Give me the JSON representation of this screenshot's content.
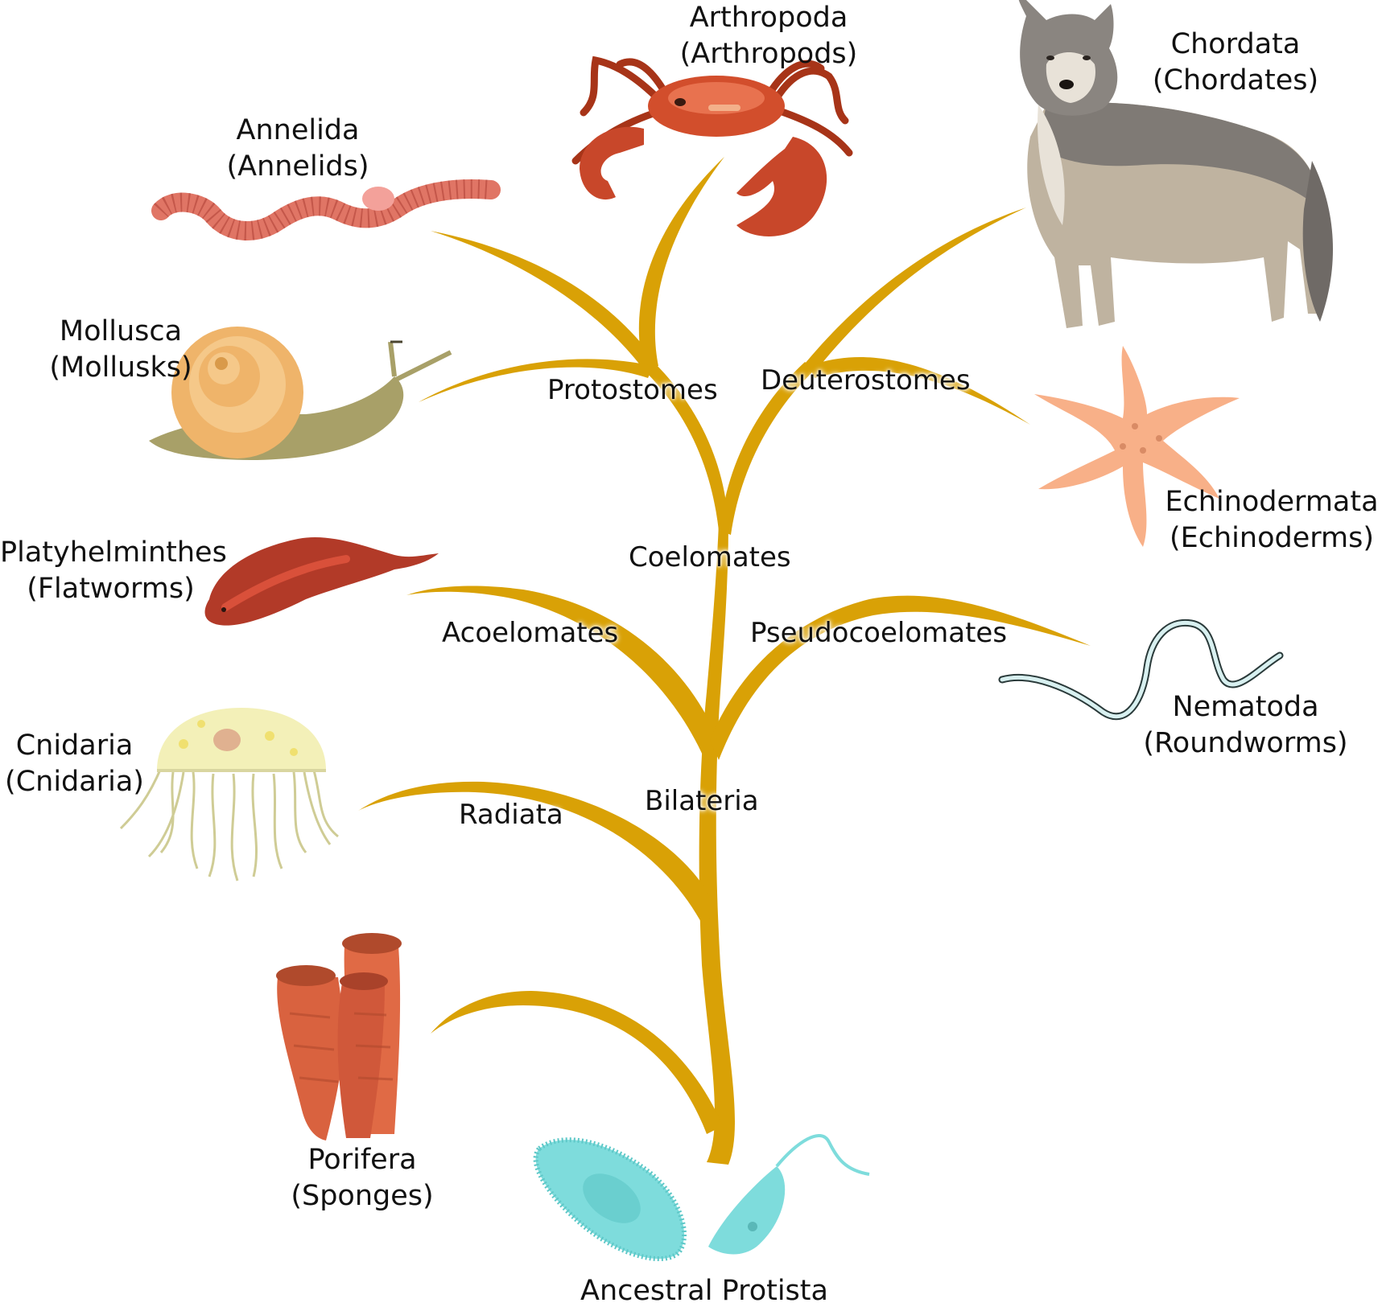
{
  "colors": {
    "branch": "#D9A106",
    "text": "#111111",
    "crab": "#C8472A",
    "worm": "#E07565",
    "snail_shell": "#EFB46A",
    "snail_body": "#A8A068",
    "flatworm": "#B23A28",
    "jellyfish": "#E8E4A8",
    "sponge": "#D9623F",
    "protist": "#7EDCDC",
    "wolf": "#8A8580",
    "starfish": "#F8B088",
    "roundworm": "#D8F0F0"
  },
  "nodes": {
    "protostomes": "Protostomes",
    "deuterostomes": "Deuterostomes",
    "coelomates": "Coelomates",
    "acoelomates": "Acoelomates",
    "pseudocoelomates": "Pseudocoelomates",
    "bilateria": "Bilateria",
    "radiata": "Radiata"
  },
  "taxa": {
    "arthropoda": {
      "name": "Arthropoda",
      "common": "(Arthropods)",
      "icon": "crab-icon"
    },
    "chordata": {
      "name": "Chordata",
      "common": "(Chordates)",
      "icon": "wolf-icon"
    },
    "annelida": {
      "name": "Annelida",
      "common": "(Annelids)",
      "icon": "earthworm-icon"
    },
    "mollusca": {
      "name": "Mollusca",
      "common": "(Mollusks)",
      "icon": "snail-icon"
    },
    "echinodermata": {
      "name": "Echinodermata",
      "common": "(Echinoderms)",
      "icon": "starfish-icon"
    },
    "platyhelminthes": {
      "name": "Platyhelminthes",
      "common": "(Flatworms)",
      "icon": "flatworm-icon"
    },
    "nematoda": {
      "name": "Nematoda",
      "common": "(Roundworms)",
      "icon": "roundworm-icon"
    },
    "cnidaria": {
      "name": "Cnidaria",
      "common": "(Cnidaria)",
      "icon": "jellyfish-icon"
    },
    "porifera": {
      "name": "Porifera",
      "common": "(Sponges)",
      "icon": "sponge-icon"
    }
  },
  "root": {
    "label": "Ancestral Protista",
    "icon": "protist-icon"
  }
}
